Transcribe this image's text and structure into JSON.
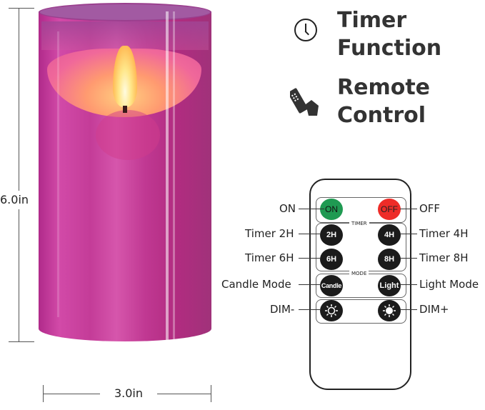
{
  "dimensions": {
    "height_label": "6.0in",
    "width_label": "3.0in"
  },
  "product": {
    "name": "flameless-candle",
    "glass_color": "#c13a95",
    "flame_color": "#ffe78a"
  },
  "features": [
    {
      "icon": "clock-icon",
      "line1": "Timer",
      "line2": "Function"
    },
    {
      "icon": "remote-hand-icon",
      "line1": "Remote",
      "line2": "Control"
    }
  ],
  "remote": {
    "sections": {
      "timer": "TIMER",
      "mode": "MODE"
    },
    "buttons": {
      "on": "ON",
      "off": "OFF",
      "t2": "2H",
      "t4": "4H",
      "t6": "6H",
      "t8": "8H",
      "candle": "Candle",
      "light": "Light",
      "dim_minus": "dim-minus",
      "dim_plus": "dim-plus"
    },
    "colors": {
      "on": "#1f9a52",
      "off": "#ee2c28",
      "default": "#1b1b1b"
    }
  },
  "callouts": {
    "on": "ON",
    "off": "OFF",
    "timer_2h": "Timer 2H",
    "timer_4h": "Timer 4H",
    "timer_6h": "Timer 6H",
    "timer_8h": "Timer 8H",
    "candle_mode": "Candle Mode",
    "light_mode": "Light Mode",
    "dim_minus": "DIM-",
    "dim_plus": "DIM+"
  }
}
